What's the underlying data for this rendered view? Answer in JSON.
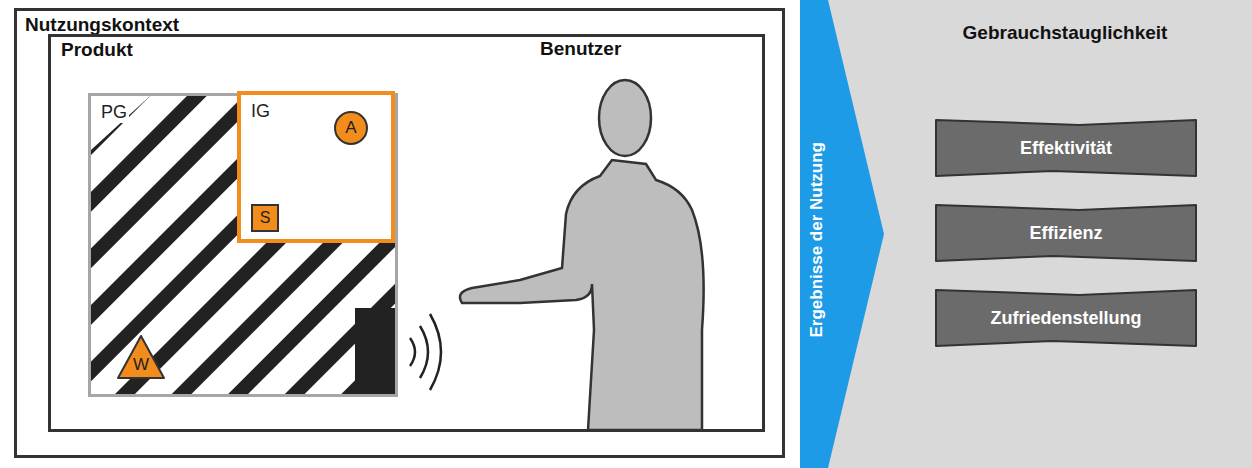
{
  "diagram": {
    "nodes": [
      {
        "text": [
          "Nutzungskontext"
        ]
      },
      {
        "text": [
          "Produkt"
        ],
        "in": 0
      },
      {
        "text": [
          "PG"
        ],
        "in": 1
      },
      {
        "text": [
          "IG"
        ],
        "in": 2
      },
      {
        "text": [
          "A"
        ],
        "in": 3
      },
      {
        "text": [
          "S"
        ],
        "in": 3
      },
      {
        "text": [
          "W"
        ],
        "in": 2
      },
      {
        "text": [
          "Gebrauchstauglichkeit"
        ]
      },
      {
        "text": [
          "Ergebnisse der Nutzung"
        ],
        "in": 7
      },
      {
        "text": [
          "Effektivität"
        ],
        "in": 7
      },
      {
        "text": [
          "Effizienz"
        ],
        "in": 7
      },
      {
        "text": [
          "Zufriedenstellung"
        ],
        "in": 7
      }
    ],
    "labels": [
      "Benutzer"
    ]
  }
}
